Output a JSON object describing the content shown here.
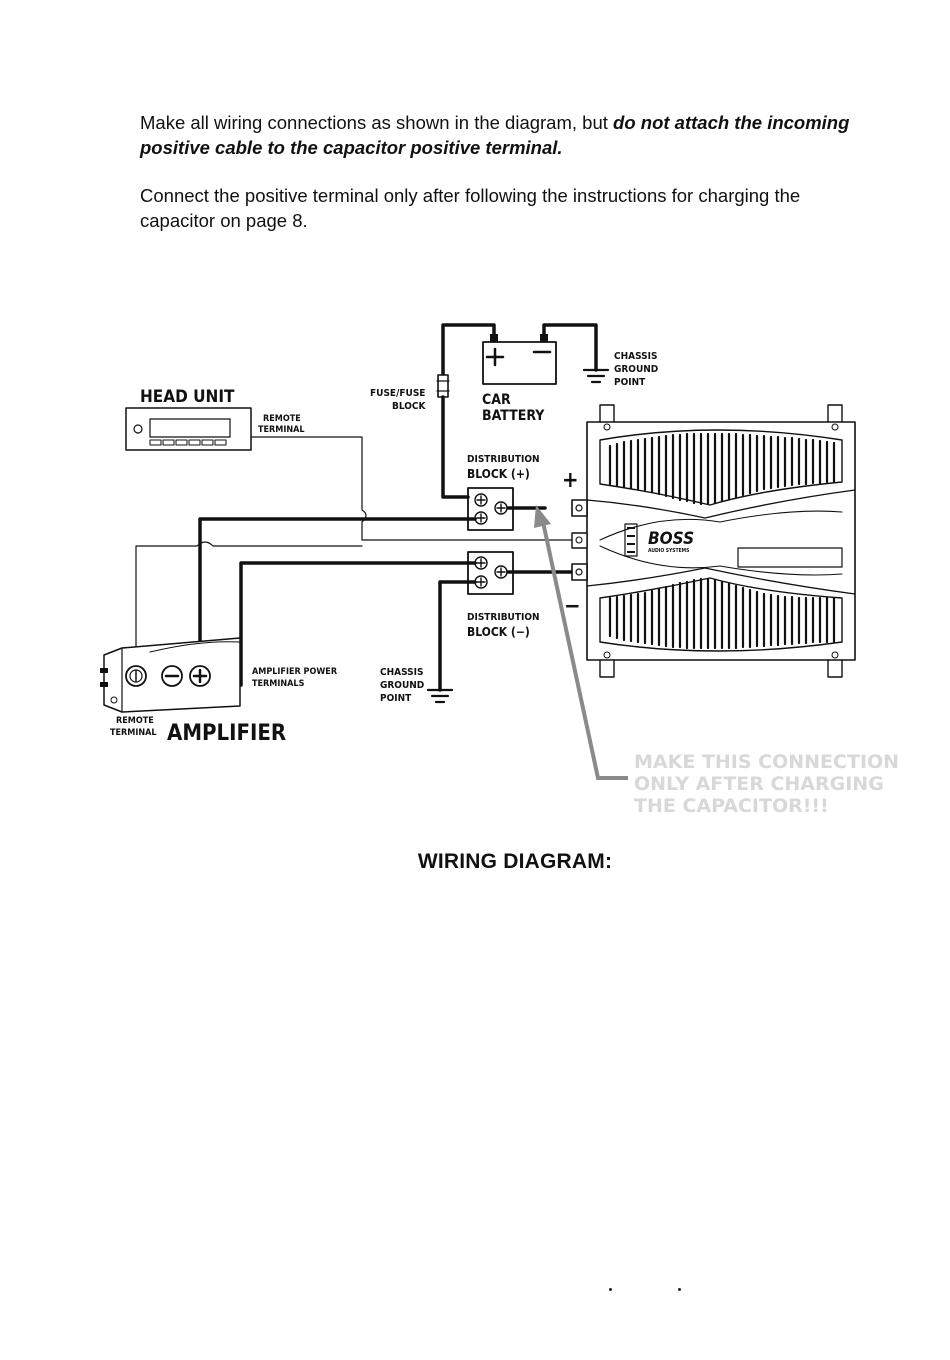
{
  "instructions": {
    "p1_plain": "Make all wiring connections as shown in the diagram, but ",
    "p1_emph": "do not attach the incoming positive cable to the capacitor positive terminal.",
    "p2": "Connect the positive terminal only after following the instructions for charging the capacitor on page 8."
  },
  "labels": {
    "head_unit": "HEAD UNIT",
    "remote_terminal_1": "REMOTE",
    "remote_terminal_2": "TERMINAL",
    "fuse_1": "FUSE/FUSE",
    "fuse_2": "BLOCK",
    "car_battery_1": "CAR",
    "car_battery_2": "BATTERY",
    "chassis_1": "CHASSIS",
    "chassis_2": "GROUND",
    "chassis_3": "POINT",
    "dist_pos_1": "DISTRIBUTION",
    "dist_pos_2": "BLOCK (+)",
    "dist_neg_1": "DISTRIBUTION",
    "dist_neg_2": "BLOCK (−)",
    "amp_power_1": "AMPLIFIER POWER",
    "amp_power_2": "TERMINALS",
    "amp_remote_1": "REMOTE",
    "amp_remote_2": "TERMINAL",
    "amplifier": "AMPLIFIER",
    "plus": "+",
    "minus": "−",
    "brand": "BOSS",
    "brand_sub": "AUDIO SYSTEMS",
    "caution_1": "MAKE THIS CONNECTION",
    "caution_2": "ONLY AFTER CHARGING",
    "caution_3": "THE CAPACITOR!!!"
  },
  "title": "WIRING DIAGRAM:"
}
